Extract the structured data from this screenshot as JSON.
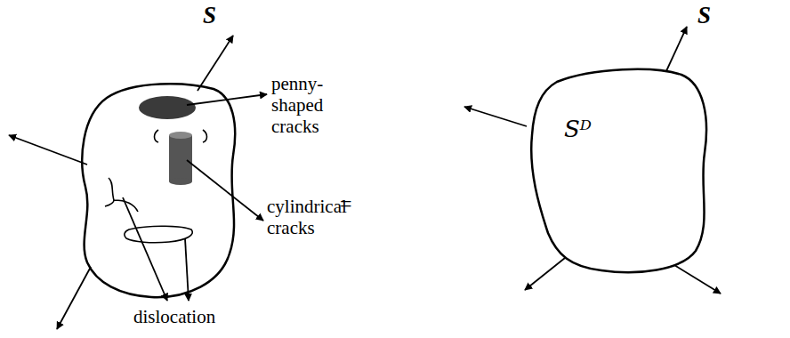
{
  "diagram": {
    "nodes": [
      {
        "text": [
          "Sᴰ"
        ]
      }
    ],
    "labels": [
      "S",
      "penny-shaped cracks",
      "cylindrical cracks",
      "dislocation",
      "=",
      "S"
    ]
  }
}
